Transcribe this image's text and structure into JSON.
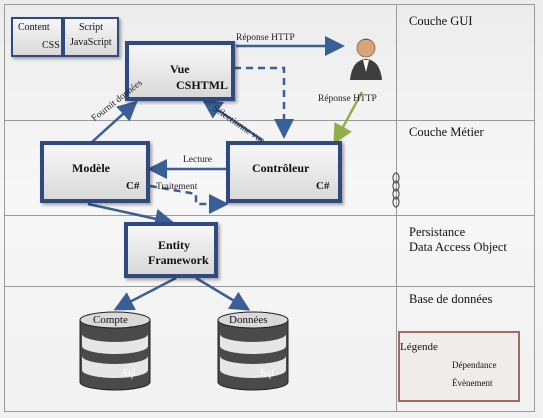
{
  "layers": {
    "gui": "Couche GUI",
    "metier": "Couche Métier",
    "persistance_line1": "Persistance",
    "persistance_line2": "Data Access Object",
    "bdd": "Base de données"
  },
  "boxes": {
    "content_title": "Content",
    "content_sub": "CSS",
    "script_title": "Script",
    "script_sub": "JavaScript",
    "vue_title": "Vue",
    "vue_sub": "CSHTML",
    "modele_title": "Modèle",
    "modele_sub": "C#",
    "controleur_title": "Contrôleur",
    "controleur_sub": "C#",
    "entity_line1": "Entity",
    "entity_line2": "Framework"
  },
  "arrows": {
    "reponse_http_top": "Réponse HTTP",
    "reponse_http_side": "Réponse HTTP",
    "fournit_donnees": "Fournit données",
    "selectionne_vue": "Sélectionne vue",
    "lecture": "Lecture",
    "traitement": "Traitement"
  },
  "databases": {
    "compte_label": "Compte",
    "compte_sub": "Sql",
    "donnees_label": "Données",
    "donnees_sub": "Sql"
  },
  "legend": {
    "title": "Légende",
    "dependance": "Dépendance",
    "evenement": "Évènement"
  },
  "colors": {
    "box_border": "#2e4a80",
    "arrow": "#3a5f96",
    "http_arrow": "#8fb04a",
    "legend_border": "#a06b63"
  }
}
